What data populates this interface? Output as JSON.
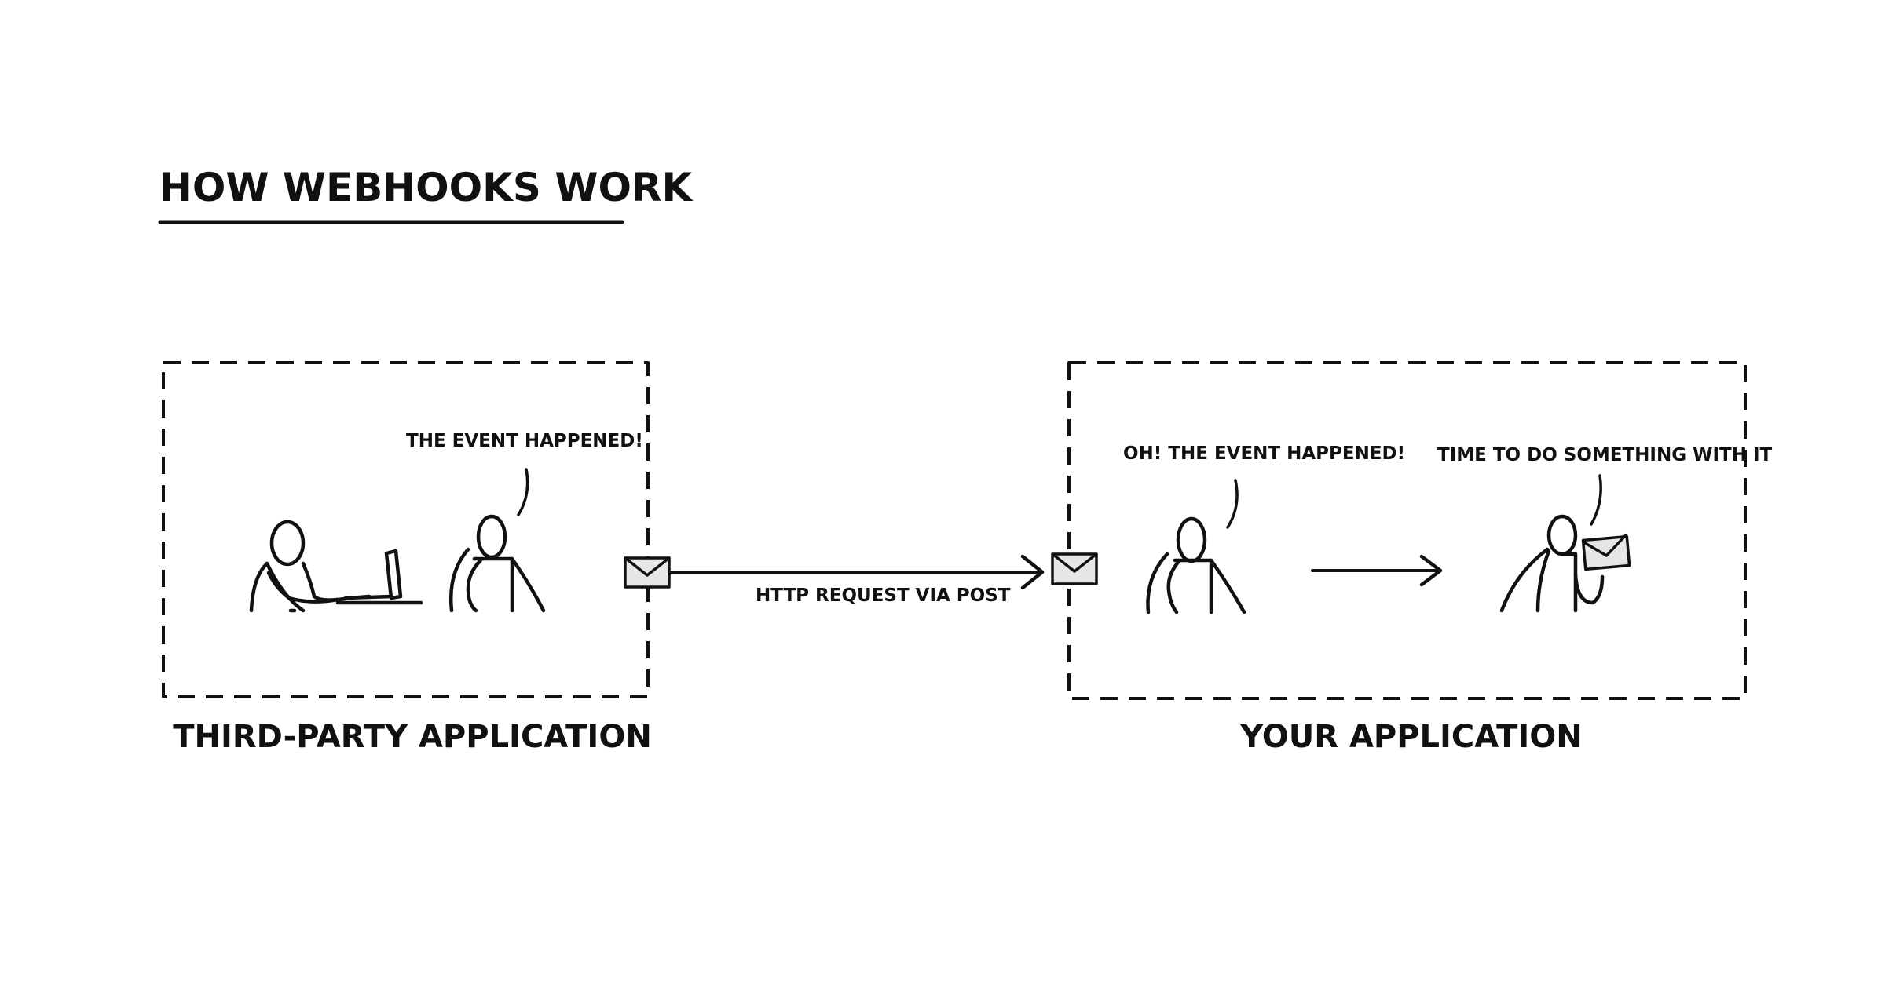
{
  "diagram": {
    "title": "HOW WEBHOOKS WORK",
    "third_party": {
      "label": "THIRD-PARTY APPLICATION",
      "speech": "THE EVENT HAPPENED!"
    },
    "your_app": {
      "label": "YOUR APPLICATION",
      "speech_receive": "OH! THE EVENT HAPPENED!",
      "speech_act": "TIME TO DO SOMETHING WITH IT"
    },
    "edge": {
      "label": "HTTP REQUEST VIA POST"
    },
    "icons": [
      "person-at-laptop-icon",
      "person-icon",
      "envelope-icon",
      "arrow-right-icon",
      "person-holding-envelope-icon"
    ]
  }
}
